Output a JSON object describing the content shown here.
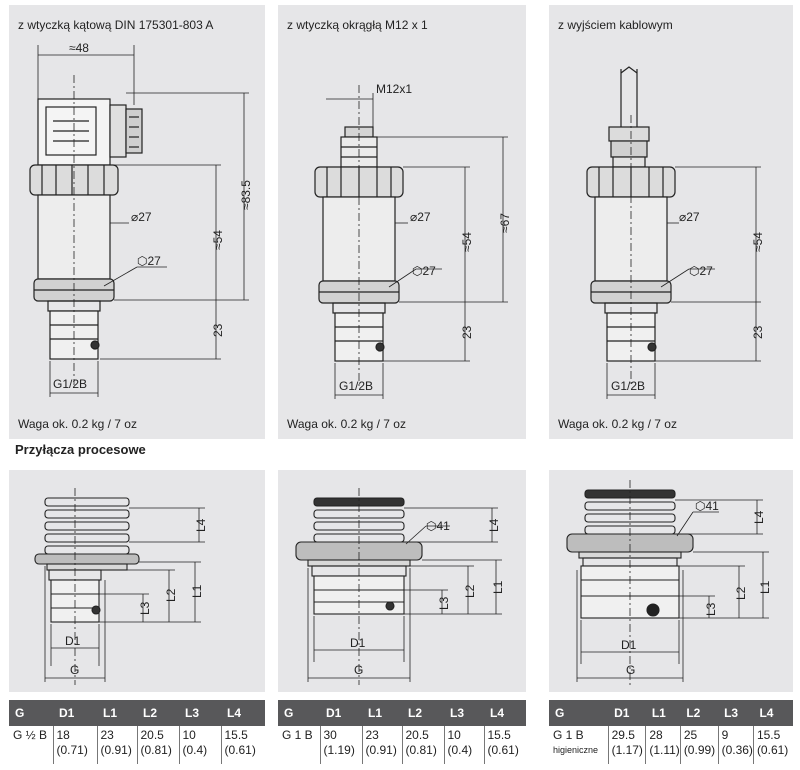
{
  "top_panels": [
    {
      "title": "z wtyczką kątową DIN 175301-803 A",
      "weight": "Waga ok. 0.2 kg / 7 oz",
      "dims": {
        "width": "≈48",
        "height": "≈83.5",
        "body": "≈54",
        "diameter": "⌀27",
        "hex": "⬡27",
        "thread_len": "23",
        "thread": "G1/2B"
      }
    },
    {
      "title": "z wtyczką okrągłą M12 x 1",
      "weight": "Waga ok. 0.2 kg / 7 oz",
      "dims": {
        "connector": "M12x1",
        "height": "≈67",
        "body": "≈54",
        "diameter": "⌀27",
        "hex": "⬡27",
        "thread_len": "23",
        "thread": "G1/2B"
      }
    },
    {
      "title": "z wyjściem kablowym",
      "weight": "Waga ok. 0.2 kg / 7 oz",
      "dims": {
        "body": "≈54",
        "diameter": "⌀27",
        "hex": "⬡27",
        "thread_len": "23",
        "thread": "G1/2B"
      }
    }
  ],
  "section_heading": "Przyłącza procesowe",
  "bottom_panels": [
    {
      "labels": {
        "L1": "L1",
        "L2": "L2",
        "L3": "L3",
        "L4": "L4",
        "D1": "D1",
        "G": "G"
      }
    },
    {
      "labels": {
        "L1": "L1",
        "L2": "L2",
        "L3": "L3",
        "L4": "L4",
        "D1": "D1",
        "G": "G",
        "hex": "⬡41"
      }
    },
    {
      "labels": {
        "L1": "L1",
        "L2": "L2",
        "L3": "L3",
        "L4": "L4",
        "D1": "D1",
        "G": "G",
        "hex": "⬡41"
      }
    }
  ],
  "tables": [
    {
      "headers": [
        "G",
        "D1",
        "L1",
        "L2",
        "L3",
        "L4"
      ],
      "row": {
        "g": "G ½ B",
        "g_sub": "",
        "d1": [
          "18",
          "(0.71)"
        ],
        "l1": [
          "23",
          "(0.91)"
        ],
        "l2": [
          "20.5",
          "(0.81)"
        ],
        "l3": [
          "10",
          "(0.4)"
        ],
        "l4": [
          "15.5",
          "(0.61)"
        ]
      }
    },
    {
      "headers": [
        "G",
        "D1",
        "L1",
        "L2",
        "L3",
        "L4"
      ],
      "row": {
        "g": "G 1 B",
        "g_sub": "",
        "d1": [
          "30",
          "(1.19)"
        ],
        "l1": [
          "23",
          "(0.91)"
        ],
        "l2": [
          "20.5",
          "(0.81)"
        ],
        "l3": [
          "10",
          "(0.4)"
        ],
        "l4": [
          "15.5",
          "(0.61)"
        ]
      }
    },
    {
      "headers": [
        "G",
        "D1",
        "L1",
        "L2",
        "L3",
        "L4"
      ],
      "row": {
        "g": "G 1 B",
        "g_sub": "higieniczne",
        "d1": [
          "29.5",
          "(1.17)"
        ],
        "l1": [
          "28",
          "(1.11)"
        ],
        "l2": [
          "25",
          "(0.99)"
        ],
        "l3": [
          "9",
          "(0.36)"
        ],
        "l4": [
          "15.5",
          "(0.61)"
        ]
      }
    }
  ]
}
